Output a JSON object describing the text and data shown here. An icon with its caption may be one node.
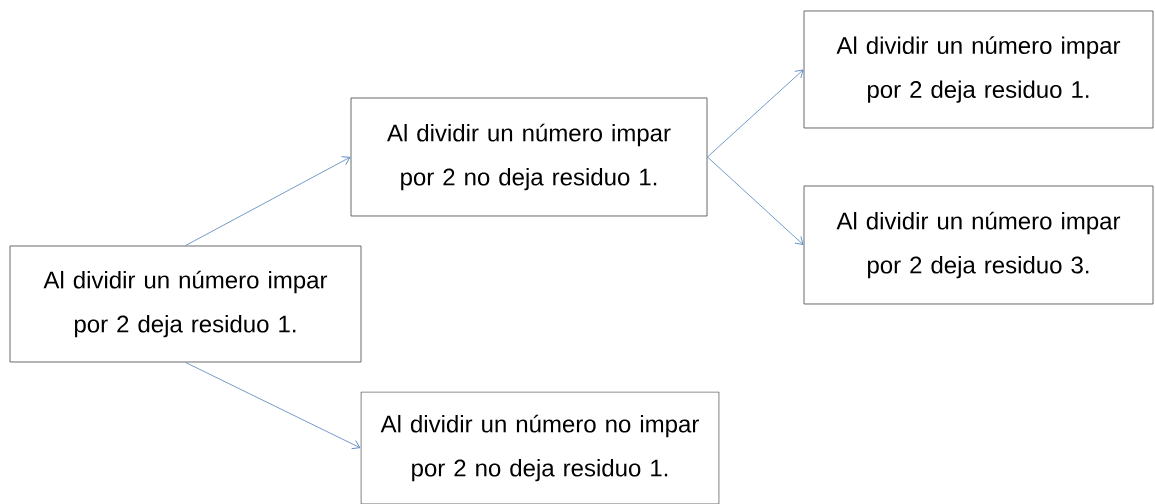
{
  "diagram": {
    "nodes": [
      {
        "text": [
          "Al dividir un número impar por 2 deja residuo 1."
        ]
      },
      {
        "text": [
          "Al dividir un número impar por 2 no deja residuo 1."
        ]
      },
      {
        "text": [
          "Al dividir un número no impar por 2 no deja residuo 1."
        ]
      },
      {
        "text": [
          "Al dividir un número impar por 2 deja residuo 1."
        ]
      },
      {
        "text": [
          "Al dividir un número impar por 2 deja residuo 3."
        ]
      }
    ],
    "edges": [
      {
        "from": 0,
        "to": 1,
        "arrow": "to"
      },
      {
        "from": 0,
        "to": 2,
        "arrow": "to"
      },
      {
        "from": 1,
        "to": 3,
        "arrow": "to"
      },
      {
        "from": 1,
        "to": 4,
        "arrow": "to"
      }
    ]
  }
}
